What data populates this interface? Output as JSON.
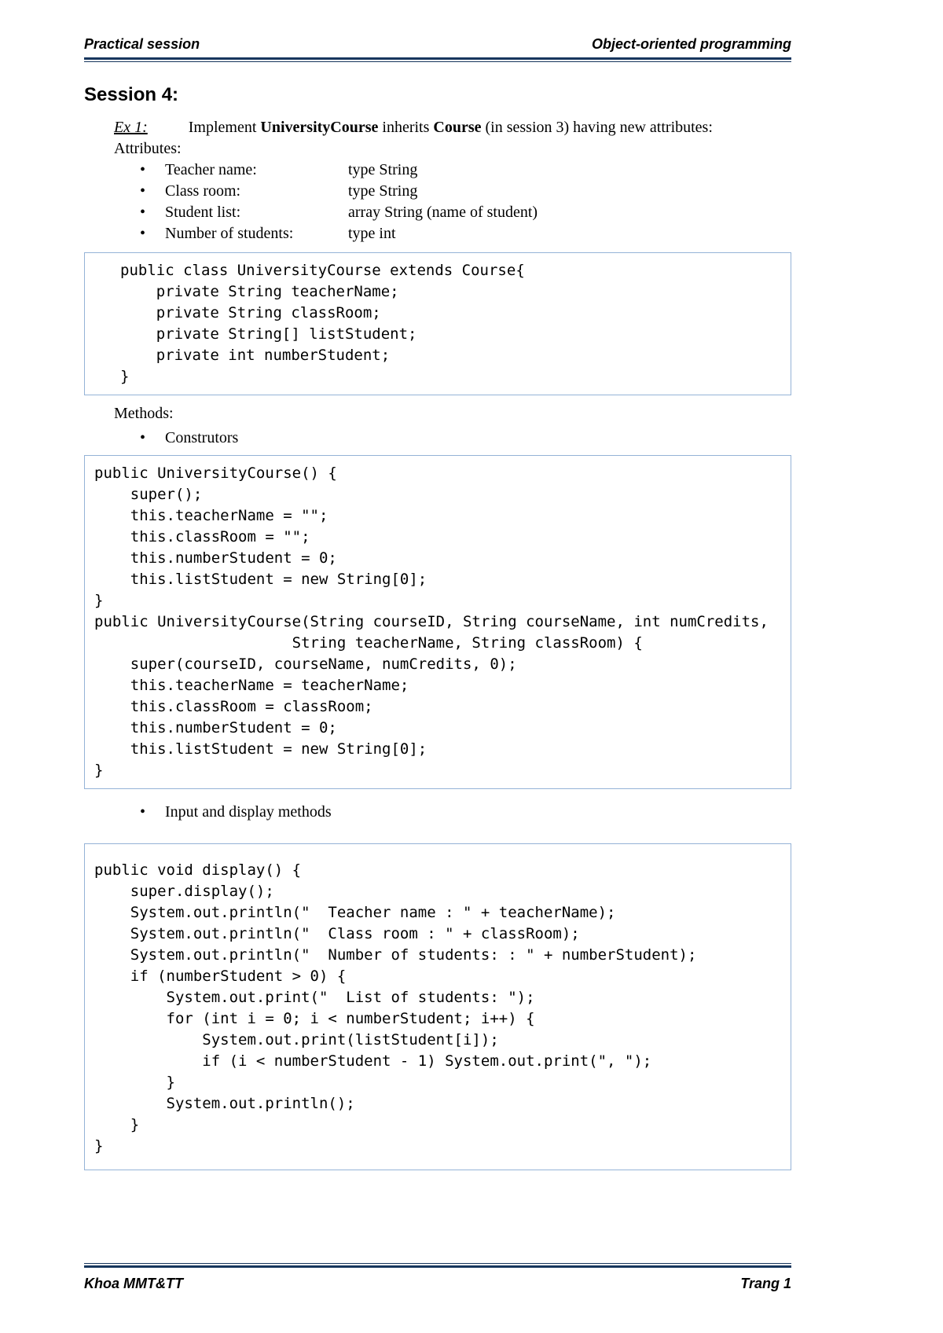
{
  "header": {
    "left": "Practical session",
    "right": "Object-oriented programming"
  },
  "title": "Session 4:",
  "ex1": {
    "label": "Ex 1:",
    "t1": "Implement ",
    "b1": "UniversityCourse",
    "t2": " inherits ",
    "b2": "Course",
    "t3": " (in session 3) having new attributes:"
  },
  "attributes_heading": "Attributes:",
  "bullet_char": "•",
  "attributes": [
    {
      "label": "Teacher name:",
      "type": "type String"
    },
    {
      "label": "Class room:",
      "type": "type String"
    },
    {
      "label": "Student list:",
      "type": "array String (name of student)"
    },
    {
      "label": "Number of students:",
      "type": "type int"
    }
  ],
  "code_class": {
    "lines": [
      "public class UniversityCourse extends Course{",
      "    private String teacherName;",
      "    private String classRoom;",
      "    private String[] listStudent;",
      "    private int numberStudent;",
      "}"
    ]
  },
  "methods_heading": "Methods:",
  "bullets": {
    "constructors": "Construtors",
    "display": "Input and display methods"
  },
  "code_constructors": {
    "lines": [
      "public UniversityCourse() {",
      "    super();",
      "    this.teacherName = \"\";",
      "    this.classRoom = \"\";",
      "    this.numberStudent = 0;",
      "    this.listStudent = new String[0];",
      "}",
      "public UniversityCourse(String courseID, String courseName, int numCredits,",
      "                      String teacherName, String classRoom) {",
      "    super(courseID, courseName, numCredits, 0);",
      "    this.teacherName = teacherName;",
      "    this.classRoom = classRoom;",
      "    this.numberStudent = 0;",
      "    this.listStudent = new String[0];",
      "}"
    ]
  },
  "code_display": {
    "lines": [
      "public void display() {",
      "    super.display();",
      "    System.out.println(\"  Teacher name : \" + teacherName);",
      "    System.out.println(\"  Class room : \" + classRoom);",
      "    System.out.println(\"  Number of students: : \" + numberStudent);",
      "    if (numberStudent > 0) {",
      "        System.out.print(\"  List of students: \");",
      "        for (int i = 0; i < numberStudent; i++) {",
      "            System.out.print(listStudent[i]);",
      "            if (i < numberStudent - 1) System.out.print(\", \");",
      "        }",
      "        System.out.println();",
      "    }",
      "}"
    ]
  },
  "footer": {
    "left": "Khoa MMT&TT",
    "right": "Trang 1"
  },
  "colors": {
    "rule": "#17365d",
    "code_border": "#95b3d7"
  }
}
